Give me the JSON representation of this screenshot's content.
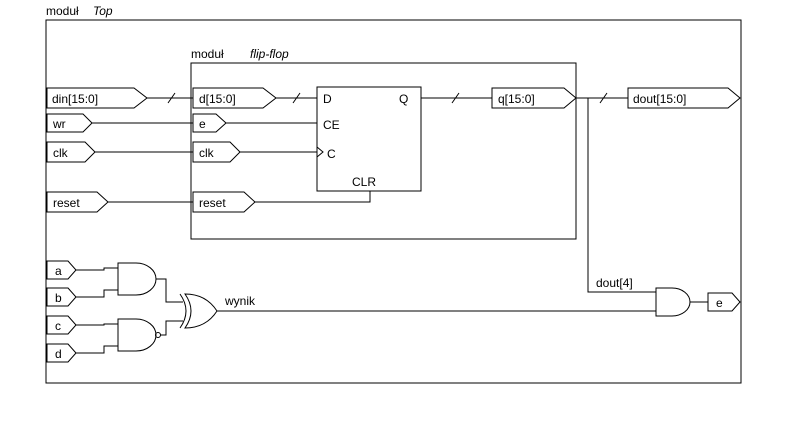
{
  "top_module": {
    "keyword": "moduł",
    "name": "Top"
  },
  "inner_module": {
    "keyword": "moduł",
    "name": "flip-flop"
  },
  "top_inputs": {
    "din": "din[15:0]",
    "wr": "wr",
    "clk": "clk",
    "reset": "reset",
    "a": "a",
    "b": "b",
    "c": "c",
    "d": "d"
  },
  "top_outputs": {
    "dout": "dout[15:0]",
    "e": "e"
  },
  "ff_ports": {
    "d": "d[15:0]",
    "e": "e",
    "clk": "clk",
    "reset": "reset",
    "q": "q[15:0]"
  },
  "register": {
    "d": "D",
    "q": "Q",
    "ce": "CE",
    "c": "C",
    "clr": "CLR"
  },
  "signals": {
    "wynik": "wynik",
    "dout4": "dout[4]"
  }
}
